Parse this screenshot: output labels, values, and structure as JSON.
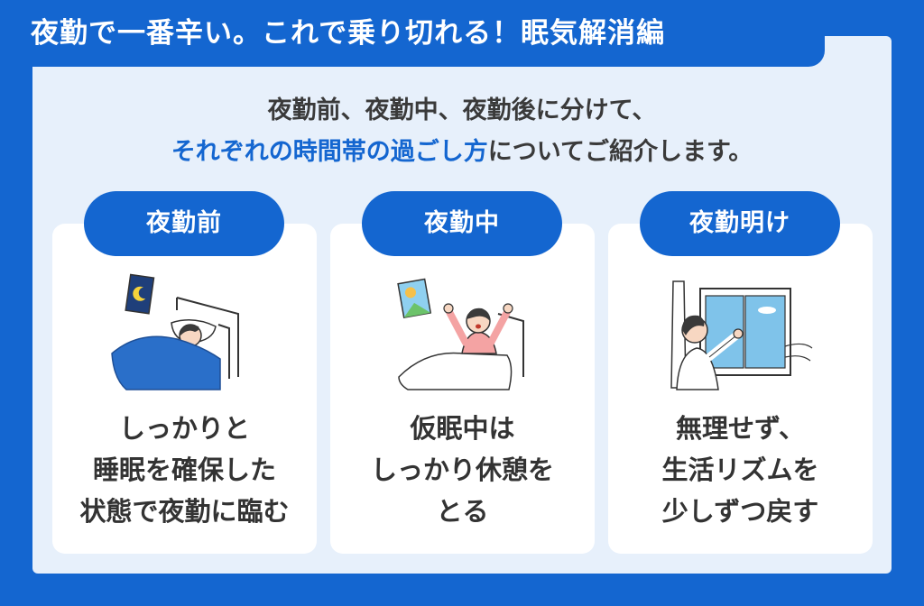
{
  "title": "夜勤で一番辛い。これで乗り切れる！眠気解消編",
  "intro": {
    "line1": "夜勤前、夜勤中、夜勤後に分けて、",
    "line2_highlight": "それぞれの時間帯の過ごし方",
    "line2_rest": "についてご紹介します。"
  },
  "cards": [
    {
      "label": "夜勤前",
      "icon": "sleeping-in-bed-icon",
      "lines": [
        "しっかりと",
        "睡眠を確保した",
        "状態で夜勤に臨む"
      ]
    },
    {
      "label": "夜勤中",
      "icon": "stretching-in-bed-icon",
      "lines": [
        "仮眠中は",
        "しっかり休憩を",
        "とる"
      ]
    },
    {
      "label": "夜勤明け",
      "icon": "opening-window-icon",
      "lines": [
        "無理せず、",
        "生活リズムを",
        "少しずつ戻す"
      ]
    }
  ],
  "colors": {
    "brand_blue": "#1466d0",
    "panel_bg": "#e7f0fb",
    "card_bg": "#ffffff",
    "text_dark": "#333333",
    "blanket_blue": "#2a6fc9",
    "shirt_pink": "#f4a3a3",
    "sky_blue": "#7fc3ea"
  }
}
